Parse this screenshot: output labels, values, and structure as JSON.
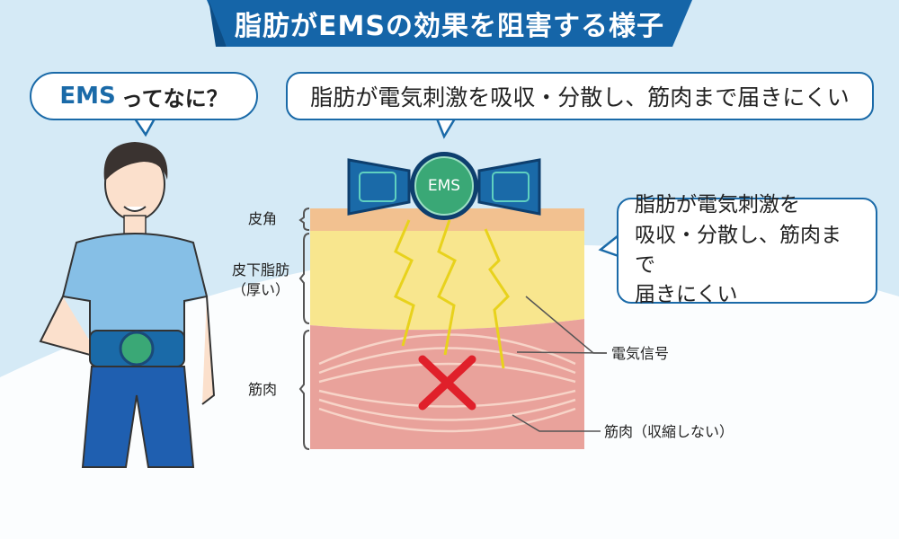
{
  "title": "脂肪がEMSの効果を阻害する様子",
  "bubbles": {
    "question_ems": "EMS",
    "question_rest": "ってなに？",
    "top_explanation": "脂肪が電気刺激を吸収・分散し、筋肉まで届きにくい",
    "side_explanation_line1": "脂肪が電気刺激を",
    "side_explanation_line2": "吸収・分散し、筋肉まで",
    "side_explanation_line3": "届きにくい"
  },
  "device_label": "EMS",
  "layers": {
    "skin": "皮角",
    "fat_line1": "皮下脂肪",
    "fat_line2": "（厚い）",
    "muscle": "筋肉"
  },
  "annotations": {
    "signal": "電気信号",
    "muscle_state": "筋肉（収縮しない）"
  },
  "colors": {
    "brand_blue": "#1a6aa8",
    "skin": "#f2c190",
    "fat": "#f8e68e",
    "muscle": "#e9a29b",
    "device_green": "#3aa876",
    "cross_red": "#e0202a"
  }
}
